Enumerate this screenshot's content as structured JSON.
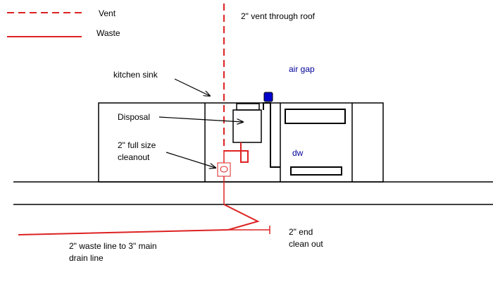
{
  "legend": {
    "vent_label": "Vent",
    "waste_label": "Waste"
  },
  "labels": {
    "vent_roof": "2\" vent through roof",
    "kitchen_sink": "kitchen sink",
    "air_gap": "air gap",
    "disposal": "Disposal",
    "cleanout": "2\" full size\ncleanout",
    "dishwasher": "dw",
    "end_cleanout": "2\" end\nclean out",
    "waste_line": "2\" waste line to 3\" main\ndrain line"
  },
  "colors": {
    "line": "#000000",
    "pipe": "#dd2222",
    "accent_text": "#000099",
    "air_gap_fill": "#0000cc"
  }
}
